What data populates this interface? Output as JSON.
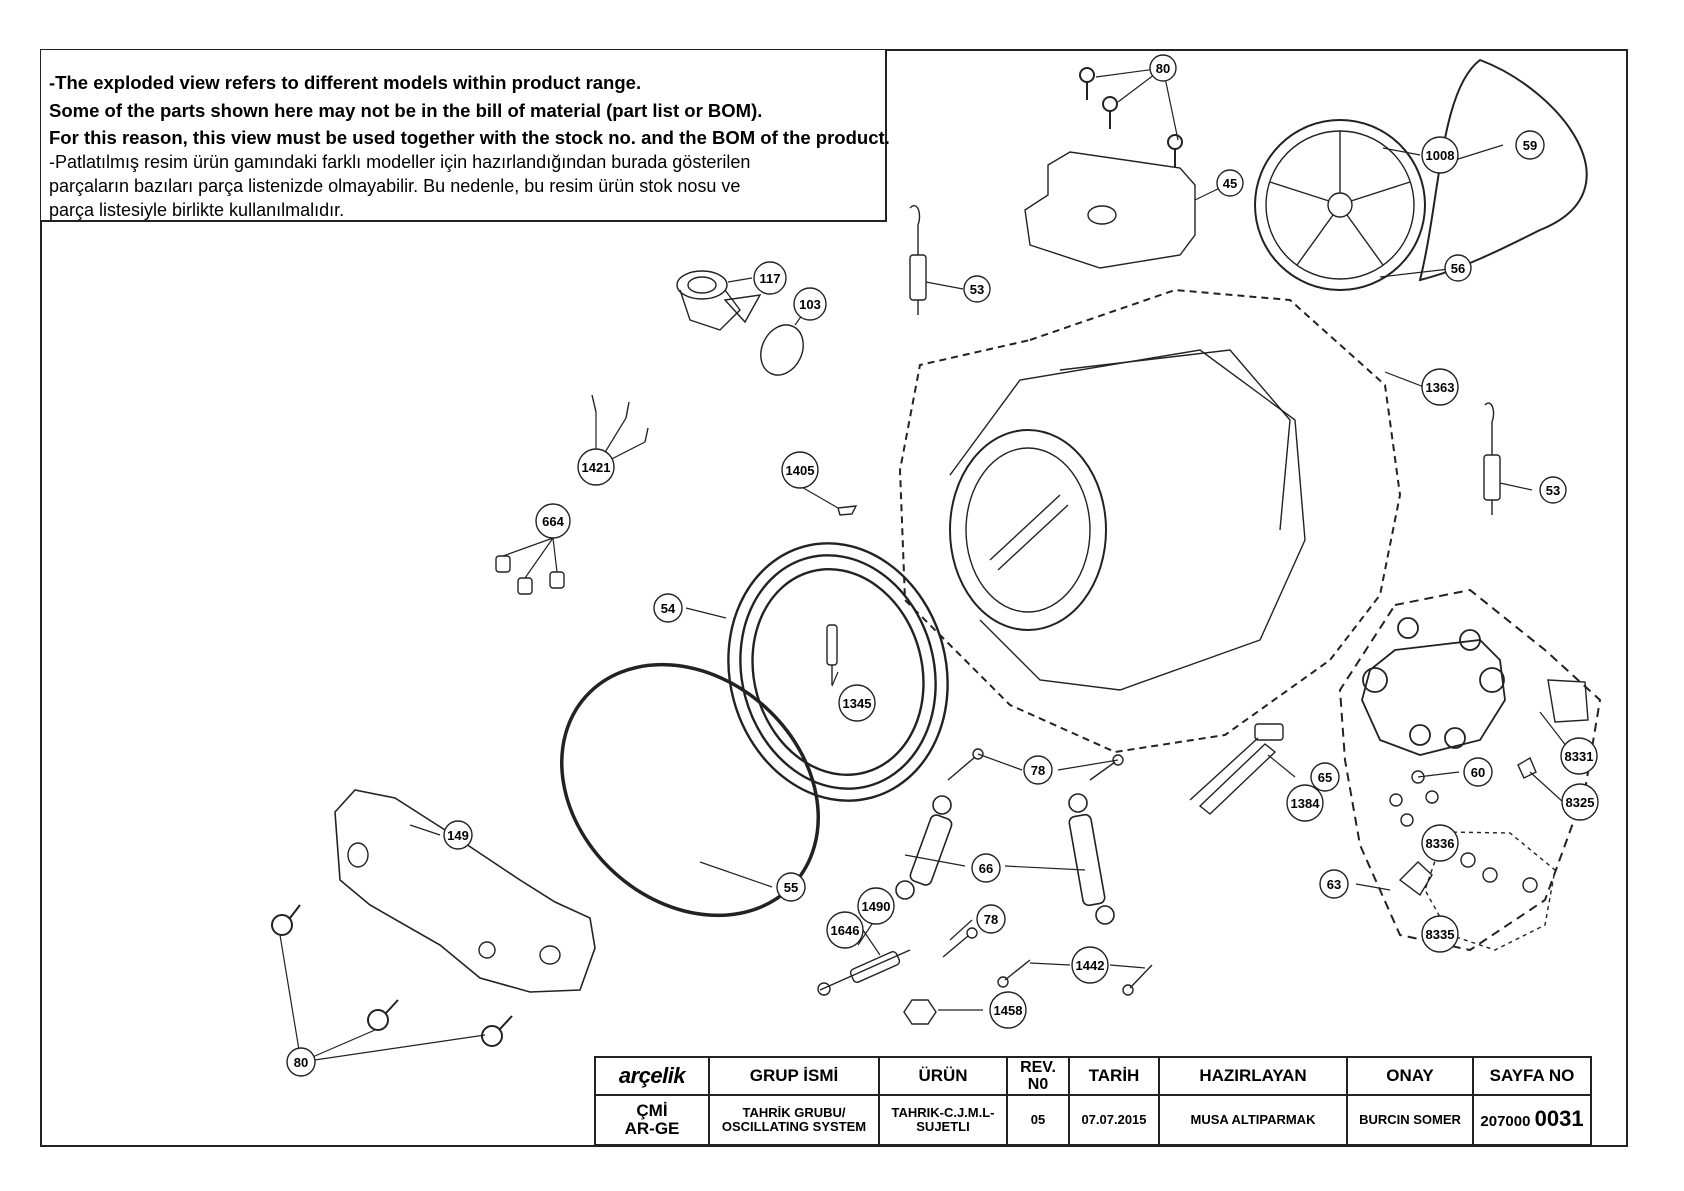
{
  "notes": {
    "en_1": "-The exploded view refers to different models within product range.",
    "en_2": "Some of the parts shown here may not be in the bill of material (part list or BOM).",
    "en_3": "For this reason, this view must be used together with the stock no. and the BOM of the product.",
    "tr_1": "-Patlatılmış resim ürün gamındaki farklı modeller için hazırlandığından burada gösterilen",
    "tr_2": "parçaların bazıları parça listenizde olmayabilir. Bu nedenle, bu resim ürün stok nosu ve",
    "tr_3": "parça listesiyle birlikte kullanılmalıdır."
  },
  "part_labels": {
    "p80": "80",
    "p45": "45",
    "p1008": "1008",
    "p59": "59",
    "p56": "56",
    "p117": "117",
    "p103": "103",
    "p53": "53",
    "p1363": "1363",
    "p1421": "1421",
    "p1405": "1405",
    "p664": "664",
    "p54": "54",
    "p1345": "1345",
    "p78": "78",
    "p65": "65",
    "p1384": "1384",
    "p60": "60",
    "p8331": "8331",
    "p8325": "8325",
    "p149": "149",
    "p55": "55",
    "p66": "66",
    "p1490": "1490",
    "p1646": "1646",
    "p1442": "1442",
    "p1458": "1458",
    "p63": "63",
    "p8336": "8336",
    "p8335": "8335"
  },
  "title_block": {
    "logo": "arçelik",
    "dept_line1": "ÇMİ",
    "dept_line2": "AR-GE",
    "headers": {
      "group": "GRUP İSMİ",
      "product": "ÜRÜN",
      "rev_line1": "REV.",
      "rev_line2": "N0",
      "date": "TARİH",
      "prepared": "HAZIRLAYAN",
      "approved": "ONAY",
      "page": "SAYFA NO"
    },
    "values": {
      "group_line1": "TAHRİK GRUBU/",
      "group_line2": "OSCILLATING SYSTEM",
      "product_line1": "TAHRIK-C.J.M.L-",
      "product_line2": "SUJETLI",
      "rev": "05",
      "date": "07.07.2015",
      "prepared": "MUSA ALTIPARMAK",
      "approved": "BURCIN SOMER",
      "page_prefix": "207000",
      "page_number": "0031"
    }
  }
}
